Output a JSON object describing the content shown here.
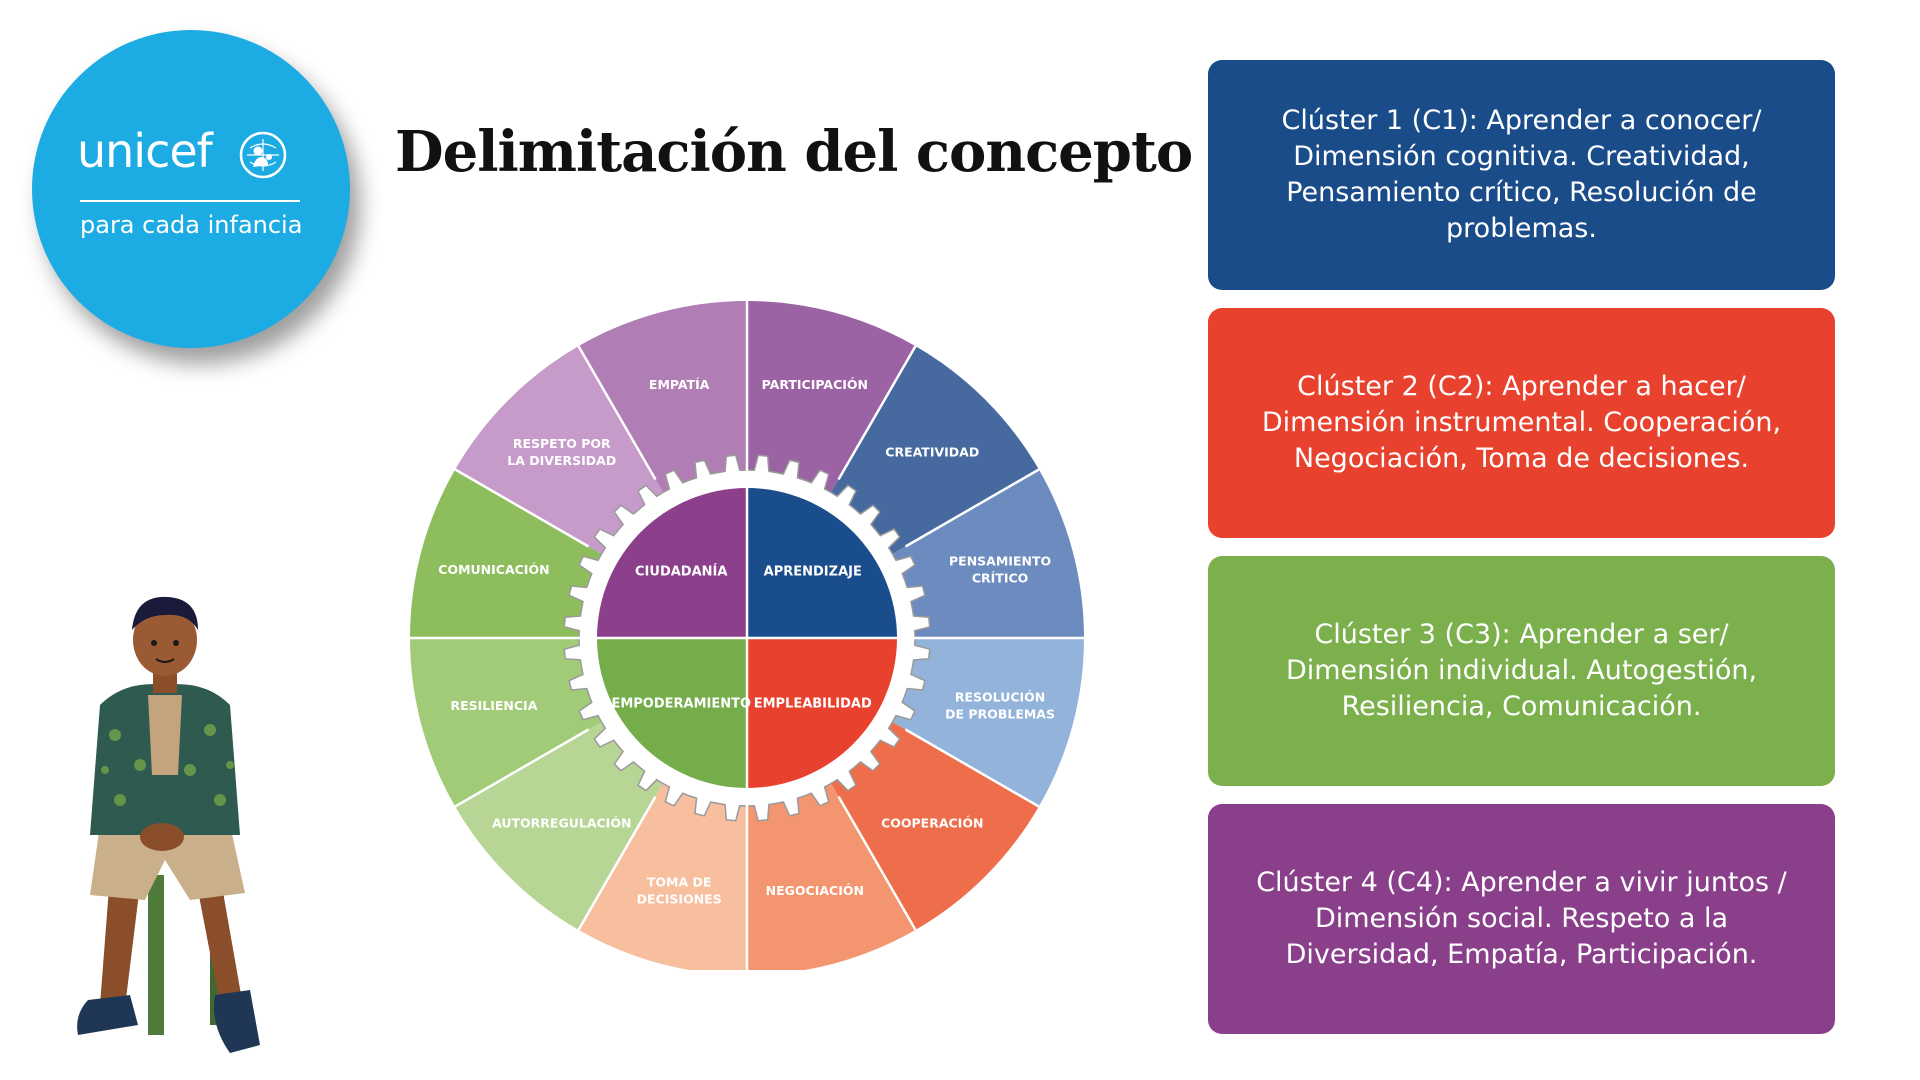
{
  "logo": {
    "brand": "unicef",
    "tagline": "para cada infancia"
  },
  "title": "Delimitación del concepto",
  "wheel": {
    "outer_segments": [
      {
        "id": "participacion",
        "lines": [
          "PARTICIPACIÓN"
        ],
        "color": "#9b63a3"
      },
      {
        "id": "creatividad",
        "lines": [
          "CREATIVIDAD"
        ],
        "color": "#46699f"
      },
      {
        "id": "pensamiento-critico",
        "lines": [
          "PENSAMIENTO",
          "CRÍTICO"
        ],
        "color": "#6c8cbf"
      },
      {
        "id": "resolucion-de-problemas",
        "lines": [
          "RESOLUCIÓN",
          "DE PROBLEMAS"
        ],
        "color": "#93b3db"
      },
      {
        "id": "cooperacion",
        "lines": [
          "COOPERACIÓN"
        ],
        "color": "#ee6d4a"
      },
      {
        "id": "negociacion",
        "lines": [
          "NEGOCIACIÓN"
        ],
        "color": "#f3956f"
      },
      {
        "id": "toma-de-decisiones",
        "lines": [
          "TOMA DE",
          "DECISIONES"
        ],
        "color": "#f8bf9f"
      },
      {
        "id": "autorregulacion",
        "lines": [
          "AUTORREGULACIÓN"
        ],
        "color": "#b7d695"
      },
      {
        "id": "resiliencia",
        "lines": [
          "RESILIENCIA"
        ],
        "color": "#a2cb78"
      },
      {
        "id": "comunicacion",
        "lines": [
          "COMUNICACIÓN"
        ],
        "color": "#8ebd5d"
      },
      {
        "id": "respeto-por-la-diversidad",
        "lines": [
          "RESPETO POR",
          "LA DIVERSIDAD"
        ],
        "color": "#c69bc9"
      },
      {
        "id": "empatia",
        "lines": [
          "EMPATÍA"
        ],
        "color": "#b07db5"
      }
    ],
    "core_segments": [
      {
        "id": "aprendizaje",
        "label": "APRENDIZAJE",
        "color": "#1a4d8c"
      },
      {
        "id": "empleabilidad",
        "label": "EMPLEABILIDAD",
        "color": "#e8412e"
      },
      {
        "id": "empoderamiento",
        "label": "EMPODERAMIENTO",
        "color": "#76ad4b"
      },
      {
        "id": "ciudadania",
        "label": "CIUDADANÍA",
        "color": "#8c3f8a"
      }
    ]
  },
  "clusters": [
    {
      "text": "Clúster 1 (C1): Aprender a conocer/ Dimensión cognitiva. Creatividad, Pensamiento crítico, Resolución de problemas.",
      "color": "#1a4c89"
    },
    {
      "text": "Clúster 2 (C2): Aprender a hacer/ Dimensión instrumental. Cooperación, Negociación, Toma de decisiones.",
      "color": "#e8412e"
    },
    {
      "text": "Clúster 3 (C3): Aprender a ser/ Dimensión individual. Autogestión, Resiliencia, Comunicación.",
      "color": "#7bb04c"
    },
    {
      "text": "Clúster 4 (C4): Aprender a vivir juntos / Dimensión social. Respeto a la Diversidad, Empatía, Participación.",
      "color": "#8a3f8a"
    }
  ]
}
